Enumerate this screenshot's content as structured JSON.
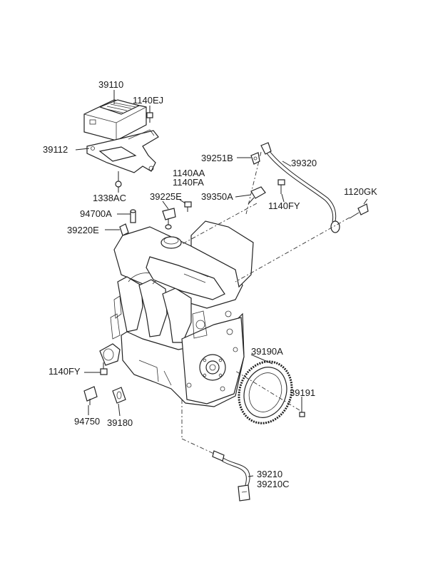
{
  "labels": {
    "ecu": "39110",
    "ecu_bolt": "1140EJ",
    "ecu_bracket": "39112",
    "bracket_bolt": "1338AC",
    "sensor_39251b": "39251B",
    "harness": "39320",
    "bolt_1140aa": "1140AA",
    "bolt_1140fa": "1140FA",
    "sensor_39225e": "39225E",
    "sensor_39350a": "39350A",
    "bolt_1140fy_top": "1140FY",
    "bolt_1120gk": "1120GK",
    "plug_94700a": "94700A",
    "sensor_39220e": "39220E",
    "ring_39190a": "39190A",
    "bolt_1140fy_left": "1140FY",
    "bolt_39191": "39191",
    "sender_94750": "94750",
    "sensor_39180": "39180",
    "sensor_39210": "39210",
    "sensor_39210c": "39210C"
  }
}
